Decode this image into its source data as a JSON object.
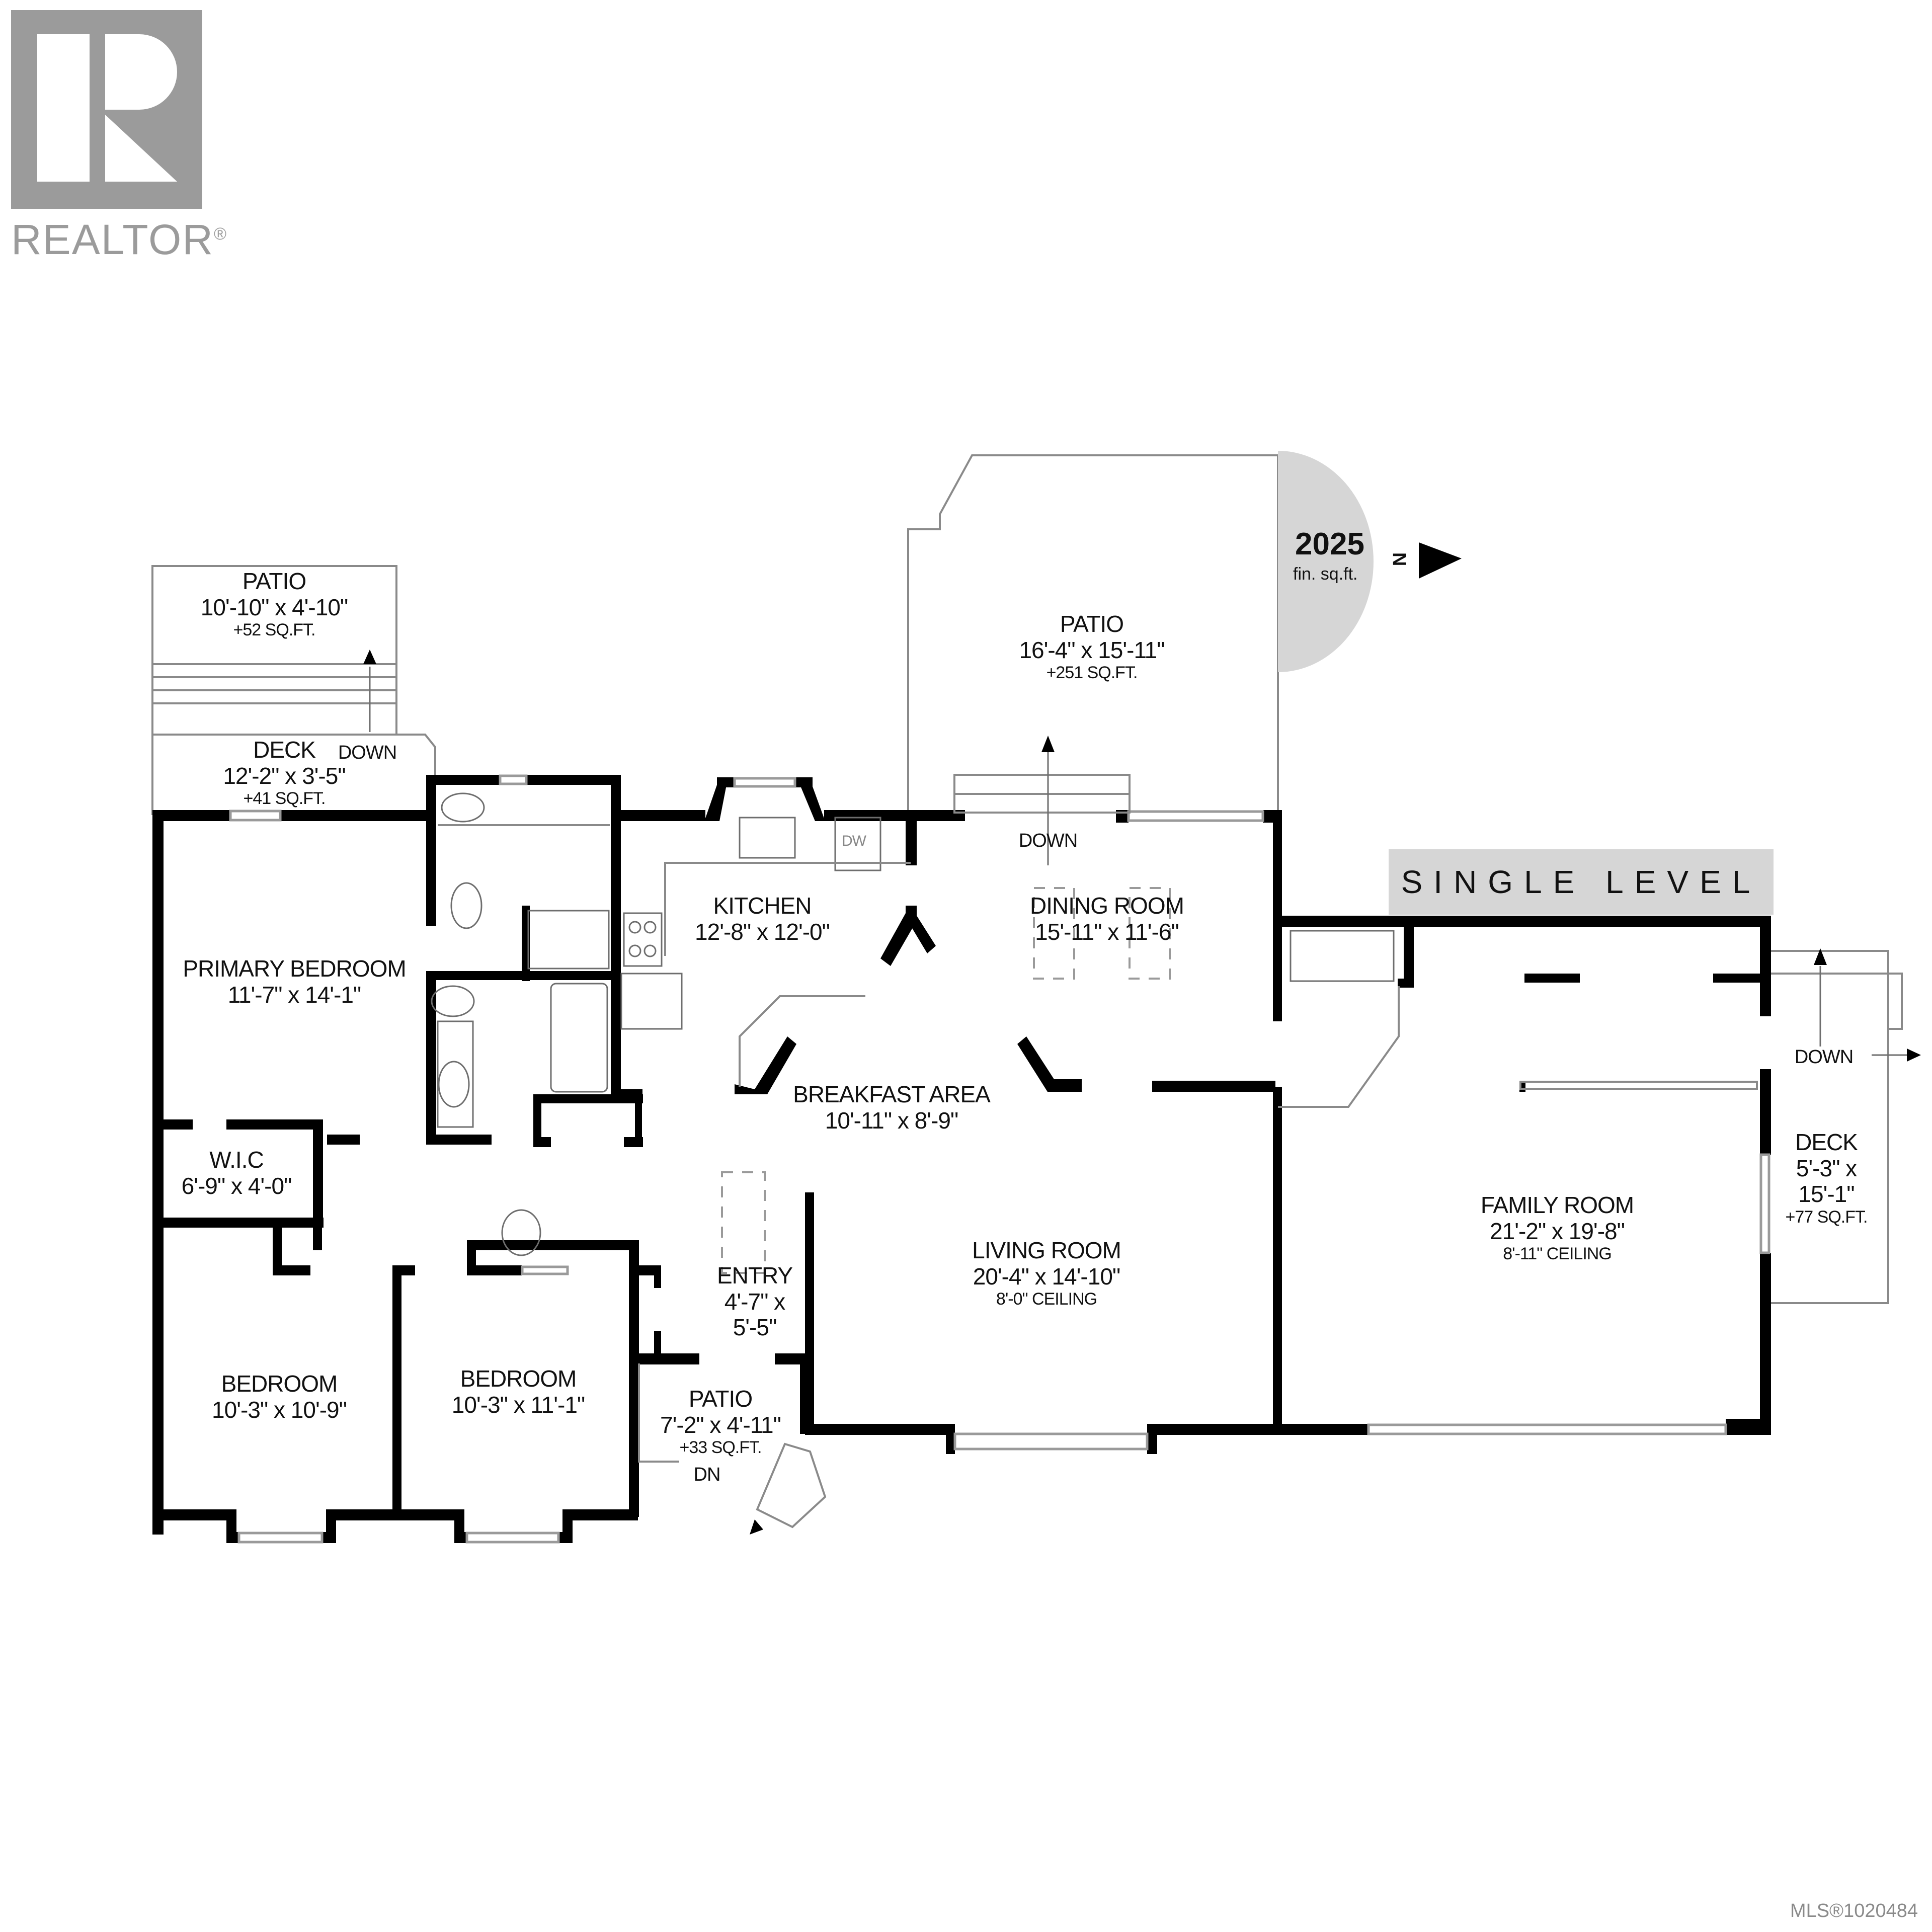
{
  "branding": {
    "logo_text": "REALTOR",
    "logo_mark": "®",
    "logo_icon": "realtor-r-logo-icon",
    "logo_color": "#9b9b9b"
  },
  "summary": {
    "area_value": "2025",
    "area_unit": "fin. sq.ft.",
    "north_label": "N",
    "compass_icon": "north-arrow-icon",
    "badge_color": "#d6d6d6"
  },
  "level_label": "SINGLE LEVEL",
  "mls_number": "MLS®1020484",
  "rooms": [
    {
      "id": "patio-nw",
      "name": "PATIO",
      "dims": "10'-10\" x 4'-10\"",
      "extra": "+52 SQ.FT."
    },
    {
      "id": "deck-nw",
      "name": "DECK",
      "dims": "12'-2\" x 3'-5\"",
      "extra": "+41 SQ.FT."
    },
    {
      "id": "patio-n",
      "name": "PATIO",
      "dims": "16'-4\" x 15'-11\"",
      "extra": "+251 SQ.FT."
    },
    {
      "id": "primary-bedroom",
      "name": "PRIMARY BEDROOM",
      "dims": "11'-7\" x 14'-1\"",
      "extra": ""
    },
    {
      "id": "kitchen",
      "name": "KITCHEN",
      "dims": "12'-8\" x 12'-0\"",
      "extra": ""
    },
    {
      "id": "dining-room",
      "name": "DINING ROOM",
      "dims": "15'-11\" x 11'-6\"",
      "extra": ""
    },
    {
      "id": "breakfast-area",
      "name": "BREAKFAST AREA",
      "dims": "10'-11\" x 8'-9\"",
      "extra": ""
    },
    {
      "id": "wic",
      "name": "W.I.C",
      "dims": "6'-9\" x 4'-0\"",
      "extra": ""
    },
    {
      "id": "living-room",
      "name": "LIVING ROOM",
      "dims": "20'-4\" x 14'-10\"",
      "extra": "8'-0\" CEILING"
    },
    {
      "id": "family-room",
      "name": "FAMILY ROOM",
      "dims": "21'-2\" x 19'-8\"",
      "extra": "8'-11\" CEILING"
    },
    {
      "id": "deck-e",
      "name": "DECK",
      "dims": "5'-3\" x",
      "dims2": "15'-1\"",
      "extra": "+77 SQ.FT."
    },
    {
      "id": "entry",
      "name": "ENTRY",
      "dims": "4'-7\" x",
      "dims2": "5'-5\"",
      "extra": ""
    },
    {
      "id": "bedroom-1",
      "name": "BEDROOM",
      "dims": "10'-3\" x 10'-9\"",
      "extra": ""
    },
    {
      "id": "bedroom-2",
      "name": "BEDROOM",
      "dims": "10'-3\" x 11'-1\"",
      "extra": ""
    },
    {
      "id": "patio-s",
      "name": "PATIO",
      "dims": "7'-2\" x 4'-11\"",
      "extra": "+33 SQ.FT."
    }
  ],
  "annotations": {
    "down_deck_nw": "DOWN",
    "down_dining": "DOWN",
    "down_deck_e": "DOWN",
    "dn_patio_s": "DN",
    "dishwasher": "DW"
  }
}
